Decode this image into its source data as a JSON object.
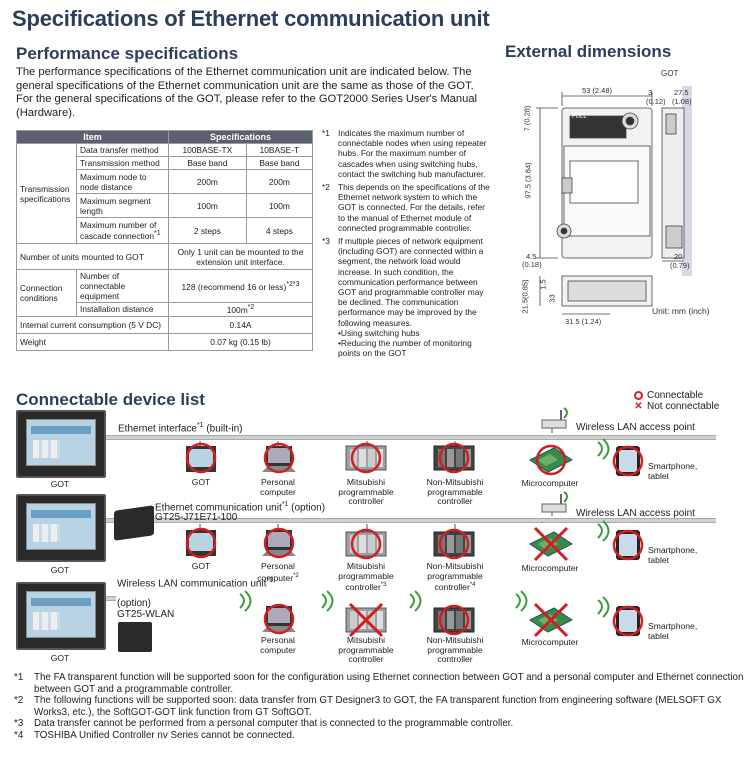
{
  "title": "Specifications of Ethernet communication unit",
  "perf": {
    "heading": "Performance specifications",
    "intro": "The performance specifications of the Ethernet communication unit are indicated below. The general specifications of the Ethernet communication unit are the same as those of the GOT. For the general specifications of the GOT, please refer to the GOT2000 Series User's Manual (Hardware).",
    "table": {
      "h_item": "Item",
      "h_spec": "Specifications",
      "ts": "Transmission specifications",
      "r1": {
        "label": "Data transfer method",
        "a": "100BASE-TX",
        "b": "10BASE-T"
      },
      "r2": {
        "label": "Transmission method",
        "a": "Base band",
        "b": "Base band"
      },
      "r3": {
        "label": "Maximum node to node distance",
        "a": "200m",
        "b": "200m"
      },
      "r4": {
        "label": "Maximum segment length",
        "a": "100m",
        "b": "100m"
      },
      "r5": {
        "label": "Maximum number of cascade connection",
        "sup": "*1",
        "a": "2 steps",
        "b": "4 steps"
      },
      "r6": {
        "label": "Number of units mounted to GOT",
        "v": "Only 1 unit can be mounted to the extension unit interface."
      },
      "cc": "Connection conditions",
      "r7": {
        "label": "Number of connectable equipment",
        "v": "128 (recommend 16 or less)",
        "sup": "*2*3"
      },
      "r8": {
        "label": "Installation distance",
        "v": "100m",
        "sup": "*2"
      },
      "r9": {
        "label": "Internal current consumption (5 V DC)",
        "v": "0.14A"
      },
      "r10": {
        "label": "Weight",
        "v": "0.07 kg (0.15 lb)"
      }
    }
  },
  "notes": {
    "n1m": "*1",
    "n1": "Indicates the maximum number of connectable nodes when using repeater hubs. For the maximum number of cascades when using switching hubs, contact the switching hub manufacturer.",
    "n2m": "*2",
    "n2": "This depends on the specifications of the Ethernet network system to which the GOT is connected. For the details, refer to the manual of Ethernet module of connected programmable controller.",
    "n3m": "*3",
    "n3": "If multiple pieces of network equipment (including GOT) are connected within a segment, the network load would increase. In such condition, the communication performance between GOT and programmable controller may be declined. The communication performance may be improved by the following measures.",
    "b1": "•Using switching hubs",
    "b2": "•Reducing the number of monitoring points on the GOT"
  },
  "dims": {
    "heading": "External dimensions",
    "got": "GOT",
    "w53": "53 (2.48)",
    "w3": "3",
    "w3i": "(0.12)",
    "w275": "27.5",
    "w275i": "(1.08)",
    "h7": "7 (0.28)",
    "h975": "97.5 (3.84)",
    "h45": "4.5",
    "h45i": "(0.18)",
    "w20": "20",
    "w20i": "(0.79)",
    "h21": "21.5(0.85)",
    "h15": "1.5",
    "h33": "33",
    "w315": "31.5 (1.24)",
    "unit": "Unit: mm (inch)",
    "full": "FULL"
  },
  "devlist": {
    "heading": "Connectable device list",
    "leg_ok": "Connectable",
    "leg_ng": "Not connectable",
    "row1": {
      "iface": "Ethernet interface",
      "sup": "*1",
      "iface2": " (built-in)",
      "wlan": "Wireless LAN access point",
      "got": "GOT",
      "d1": "GOT",
      "d2": "Personal computer",
      "d3": "Mitsubishi programmable controller",
      "d4": "Non-Mitsubishi programmable controller",
      "d5": "Microcomputer",
      "d6": "Smartphone, tablet"
    },
    "row2": {
      "iface": "Ethernet communication unit",
      "sup": "*1",
      "iface2": " (option)",
      "model": "GT25-J71E71-100",
      "wlan": "Wireless LAN access point",
      "got": "GOT",
      "d1": "GOT",
      "d2": "Personal computer",
      "d2s": "*2",
      "d3": "Mitsubishi programmable controller",
      "d3s": "*3",
      "d4": "Non-Mitsubishi programmable controller",
      "d4s": "*4",
      "d5": "Microcomputer",
      "d6": "Smartphone, tablet"
    },
    "row3": {
      "iface": "Wireless LAN communication unit",
      "sup": "*1",
      "opt": "(option)",
      "model": "GT25-WLAN",
      "got": "GOT",
      "d2": "Personal computer",
      "d3": "Mitsubishi programmable controller",
      "d4": "Non-Mitsubishi programmable controller",
      "d5": "Microcomputer",
      "d6": "Smartphone, tablet"
    }
  },
  "footnotes": {
    "f1m": "*1",
    "f1": "The FA transparent function will be supported soon for the configuration using Ethernet connection between GOT and a personal computer and Ethernet connection between GOT and a programmable controller.",
    "f2m": "*2",
    "f2": "The following functions will be supported soon: data transfer from GT Designer3 to GOT, the FA transparent function from engineering software (MELSOFT GX Works3, etc.), the SoftGOT-GOT link function from GT SoftGOT.",
    "f3m": "*3",
    "f3": "Data transfer cannot be performed from a personal computer that is connected to the programmable controller.",
    "f4m": "*4",
    "f4": "TOSHIBA Unified Controller nv Series cannot be connected."
  },
  "colors": {
    "heading": "#2c3e5c",
    "ok": "#d21e1e",
    "ng": "#d21e1e",
    "table_header": "#5a6070"
  }
}
